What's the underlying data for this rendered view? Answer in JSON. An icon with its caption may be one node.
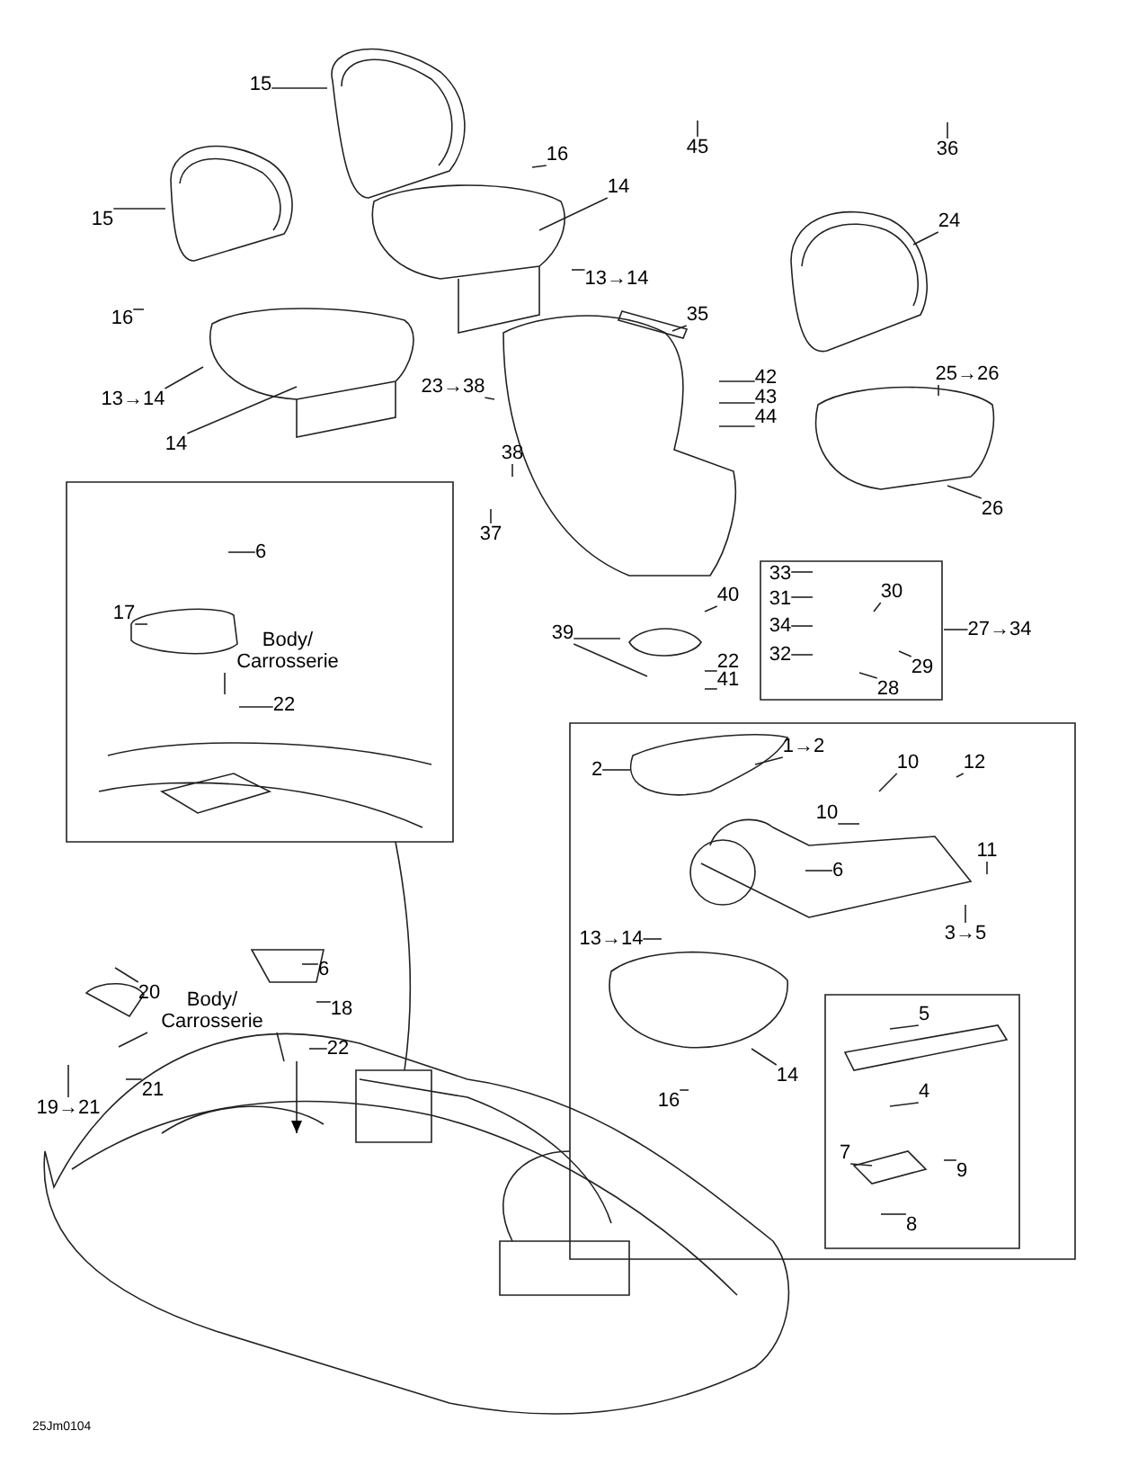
{
  "diagram": {
    "nodes": [
      {
        "text": [
          "15"
        ]
      },
      {
        "text": [
          "15"
        ]
      },
      {
        "text": [
          "45"
        ]
      },
      {
        "text": [
          "36"
        ]
      },
      {
        "text": [
          "16"
        ]
      },
      {
        "text": [
          "14"
        ]
      },
      {
        "text": [
          "24"
        ]
      },
      {
        "text": [
          "16"
        ]
      },
      {
        "text": [
          "13→14"
        ]
      },
      {
        "text": [
          "35"
        ]
      },
      {
        "text": [
          "13→14"
        ]
      },
      {
        "text": [
          "14"
        ]
      },
      {
        "text": [
          "23→38"
        ]
      },
      {
        "text": [
          "25→26"
        ]
      },
      {
        "text": [
          "42"
        ]
      },
      {
        "text": [
          "43"
        ]
      },
      {
        "text": [
          "44"
        ]
      },
      {
        "text": [
          "38"
        ]
      },
      {
        "text": [
          "26"
        ]
      },
      {
        "text": [
          "37"
        ]
      },
      {
        "text": [
          "6"
        ]
      },
      {
        "text": [
          "17"
        ]
      },
      {
        "text": [
          "Body/ Carrosserie"
        ]
      },
      {
        "text": [
          "22"
        ]
      },
      {
        "text": [
          "33"
        ]
      },
      {
        "text": [
          "31"
        ]
      },
      {
        "text": [
          "30"
        ]
      },
      {
        "text": [
          "27→34"
        ]
      },
      {
        "text": [
          "34"
        ]
      },
      {
        "text": [
          "40"
        ]
      },
      {
        "text": [
          "39"
        ]
      },
      {
        "text": [
          "32"
        ]
      },
      {
        "text": [
          "29"
        ]
      },
      {
        "text": [
          "22"
        ]
      },
      {
        "text": [
          "41"
        ]
      },
      {
        "text": [
          "28"
        ]
      },
      {
        "text": [
          "2"
        ]
      },
      {
        "text": [
          "1→2"
        ]
      },
      {
        "text": [
          "10"
        ]
      },
      {
        "text": [
          "12"
        ]
      },
      {
        "text": [
          "10"
        ]
      },
      {
        "text": [
          "11"
        ]
      },
      {
        "text": [
          "6"
        ]
      },
      {
        "text": [
          "3→5"
        ]
      },
      {
        "text": [
          "13→14"
        ]
      },
      {
        "text": [
          "5"
        ]
      },
      {
        "text": [
          "14"
        ]
      },
      {
        "text": [
          "4"
        ]
      },
      {
        "text": [
          "16"
        ]
      },
      {
        "text": [
          "7"
        ]
      },
      {
        "text": [
          "9"
        ]
      },
      {
        "text": [
          "8"
        ]
      },
      {
        "text": [
          "6"
        ]
      },
      {
        "text": [
          "20"
        ]
      },
      {
        "text": [
          "Body/ Carrosserie"
        ]
      },
      {
        "text": [
          "18"
        ]
      },
      {
        "text": [
          "22"
        ]
      },
      {
        "text": [
          "21"
        ]
      },
      {
        "text": [
          "19→21"
        ]
      }
    ],
    "edges": [
      {
        "from": 0,
        "to": null,
        "arrow": "none"
      },
      {
        "from": 1,
        "to": null,
        "arrow": "none"
      },
      {
        "from": 2,
        "to": null,
        "arrow": "none"
      },
      {
        "from": 3,
        "to": null,
        "arrow": "none"
      },
      {
        "from": 4,
        "to": null,
        "arrow": "none"
      },
      {
        "from": 5,
        "to": null,
        "arrow": "none"
      },
      {
        "from": 6,
        "to": null,
        "arrow": "none"
      },
      {
        "from": 7,
        "to": null,
        "arrow": "none"
      },
      {
        "from": 8,
        "to": null,
        "arrow": "none"
      },
      {
        "from": 9,
        "to": null,
        "arrow": "none"
      },
      {
        "from": 10,
        "to": null,
        "arrow": "none"
      },
      {
        "from": 11,
        "to": null,
        "arrow": "none"
      },
      {
        "from": 12,
        "to": null,
        "arrow": "none"
      },
      {
        "from": 13,
        "to": null,
        "arrow": "none"
      },
      {
        "from": 14,
        "to": null,
        "arrow": "none"
      },
      {
        "from": 15,
        "to": null,
        "arrow": "none"
      },
      {
        "from": 16,
        "to": null,
        "arrow": "none"
      },
      {
        "from": 17,
        "to": null,
        "arrow": "none"
      },
      {
        "from": 18,
        "to": null,
        "arrow": "none"
      },
      {
        "from": 19,
        "to": null,
        "arrow": "none"
      },
      {
        "from": 20,
        "to": null,
        "arrow": "none"
      },
      {
        "from": 21,
        "to": null,
        "arrow": "none"
      },
      {
        "from": 22,
        "to": null,
        "arrow": "none"
      },
      {
        "from": 23,
        "to": null,
        "arrow": "none"
      },
      {
        "from": 24,
        "to": null,
        "arrow": "none"
      },
      {
        "from": 25,
        "to": null,
        "arrow": "none"
      },
      {
        "from": 26,
        "to": null,
        "arrow": "none"
      },
      {
        "from": 27,
        "to": null,
        "arrow": "none"
      },
      {
        "from": 28,
        "to": null,
        "arrow": "none"
      },
      {
        "from": 29,
        "to": null,
        "arrow": "none"
      },
      {
        "from": 30,
        "to": null,
        "arrow": "none"
      },
      {
        "from": 30,
        "to": null,
        "arrow": "none"
      },
      {
        "from": 31,
        "to": null,
        "arrow": "none"
      },
      {
        "from": 32,
        "to": null,
        "arrow": "none"
      },
      {
        "from": 33,
        "to": null,
        "arrow": "none"
      },
      {
        "from": 34,
        "to": null,
        "arrow": "none"
      },
      {
        "from": 35,
        "to": null,
        "arrow": "none"
      },
      {
        "from": 36,
        "to": null,
        "arrow": "none"
      },
      {
        "from": 37,
        "to": null,
        "arrow": "none"
      },
      {
        "from": 38,
        "to": null,
        "arrow": "none"
      },
      {
        "from": 39,
        "to": null,
        "arrow": "none"
      },
      {
        "from": 40,
        "to": null,
        "arrow": "none"
      },
      {
        "from": 41,
        "to": null,
        "arrow": "none"
      },
      {
        "from": 42,
        "to": null,
        "arrow": "none"
      },
      {
        "from": 43,
        "to": null,
        "arrow": "none"
      },
      {
        "from": 44,
        "to": null,
        "arrow": "none"
      },
      {
        "from": 45,
        "to": null,
        "arrow": "none"
      },
      {
        "from": 46,
        "to": null,
        "arrow": "none"
      },
      {
        "from": 47,
        "to": null,
        "arrow": "none"
      },
      {
        "from": 48,
        "to": null,
        "arrow": "none"
      },
      {
        "from": 49,
        "to": null,
        "arrow": "none"
      },
      {
        "from": 50,
        "to": null,
        "arrow": "none"
      },
      {
        "from": 51,
        "to": null,
        "arrow": "none"
      },
      {
        "from": 52,
        "to": null,
        "arrow": "none"
      },
      {
        "from": 53,
        "to": null,
        "arrow": "none"
      },
      {
        "from": 54,
        "to": null,
        "arrow": "none"
      },
      {
        "from": 54,
        "to": null,
        "arrow": "none"
      },
      {
        "from": 55,
        "to": null,
        "arrow": "none"
      },
      {
        "from": 56,
        "to": null,
        "arrow": "none"
      },
      {
        "from": 57,
        "to": null,
        "arrow": "none"
      },
      {
        "from": 58,
        "to": null,
        "arrow": "none"
      }
    ],
    "labels": [
      "25Jm0104"
    ]
  }
}
